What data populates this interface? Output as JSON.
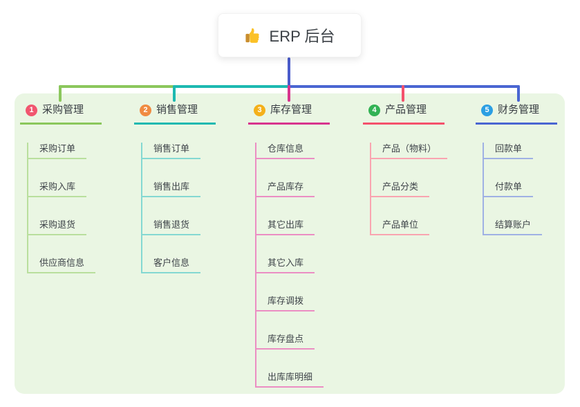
{
  "root": {
    "title": "ERP 后台",
    "icon": "thumbs-up",
    "connector_color": "#4a5ccb"
  },
  "branches": [
    {
      "badge": "1",
      "badge_color": "#f1566f",
      "line_color": "#8bc75c",
      "light_color": "#b9df9d",
      "title": "采购管理",
      "children": [
        "采购订单",
        "采购入库",
        "采购退货",
        "供应商信息"
      ]
    },
    {
      "badge": "2",
      "badge_color": "#f08b41",
      "line_color": "#1db9b1",
      "light_color": "#84d8d2",
      "title": "销售管理",
      "children": [
        "销售订单",
        "销售出库",
        "销售退货",
        "客户信息"
      ]
    },
    {
      "badge": "3",
      "badge_color": "#f4b01a",
      "line_color": "#d8348e",
      "light_color": "#eb8ec3",
      "title": "库存管理",
      "children": [
        "仓库信息",
        "产品库存",
        "其它出库",
        "其它入库",
        "库存调拨",
        "库存盘点",
        "出库库明细"
      ]
    },
    {
      "badge": "4",
      "badge_color": "#32b254",
      "line_color": "#f4516c",
      "light_color": "#f9a4b0",
      "title": "产品管理",
      "children": [
        "产品（物料）",
        "产品分类",
        "产品单位"
      ]
    },
    {
      "badge": "5",
      "badge_color": "#2b9fe3",
      "line_color": "#4a66d2",
      "light_color": "#9fb1e4",
      "title": "财务管理",
      "children": [
        "回款单",
        "付款单",
        "结算账户"
      ]
    }
  ]
}
